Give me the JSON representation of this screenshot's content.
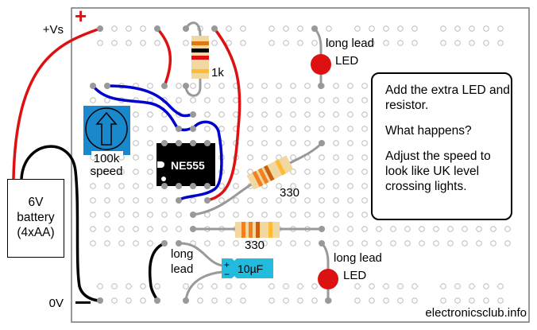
{
  "title": "NE555 flasher breadboard layout",
  "rails": {
    "positive_label": "+Vs",
    "negative_label": "0V",
    "positive_symbol": "+",
    "negative_symbol": "−"
  },
  "battery": {
    "lines": [
      "6V",
      "battery",
      "(4xAA)"
    ]
  },
  "components": {
    "ic": {
      "label": "NE555"
    },
    "pot": {
      "value": "100k",
      "function": "speed"
    },
    "resistor_1k": {
      "label": "1k"
    },
    "resistor_330_diag": {
      "label": "330"
    },
    "resistor_330_horiz": {
      "label": "330"
    },
    "capacitor": {
      "label": "10µF",
      "plus": "+",
      "minus": "−"
    },
    "led_top": {
      "label": "LED",
      "lead_note": "long lead"
    },
    "led_bottom": {
      "label": "LED",
      "lead_note": "long lead"
    },
    "cap_lead_note": [
      "long",
      "lead"
    ]
  },
  "note": {
    "paragraphs": [
      "Add the extra LED and resistor.",
      "What happens?",
      "Adjust the speed to look like UK level crossing lights."
    ]
  },
  "credit": "electronicsclub.info",
  "colors": {
    "wire_red": "#dd1111",
    "wire_blue": "#0000cc",
    "wire_black": "#000000",
    "lead_grey": "#999999",
    "led_red": "#dd1111",
    "pot_blue": "#1a88cc",
    "cap_cyan": "#22bbdd",
    "resistor_body": "#f0d8a0",
    "board_border": "#777777",
    "hole": "#bbbbbb"
  }
}
